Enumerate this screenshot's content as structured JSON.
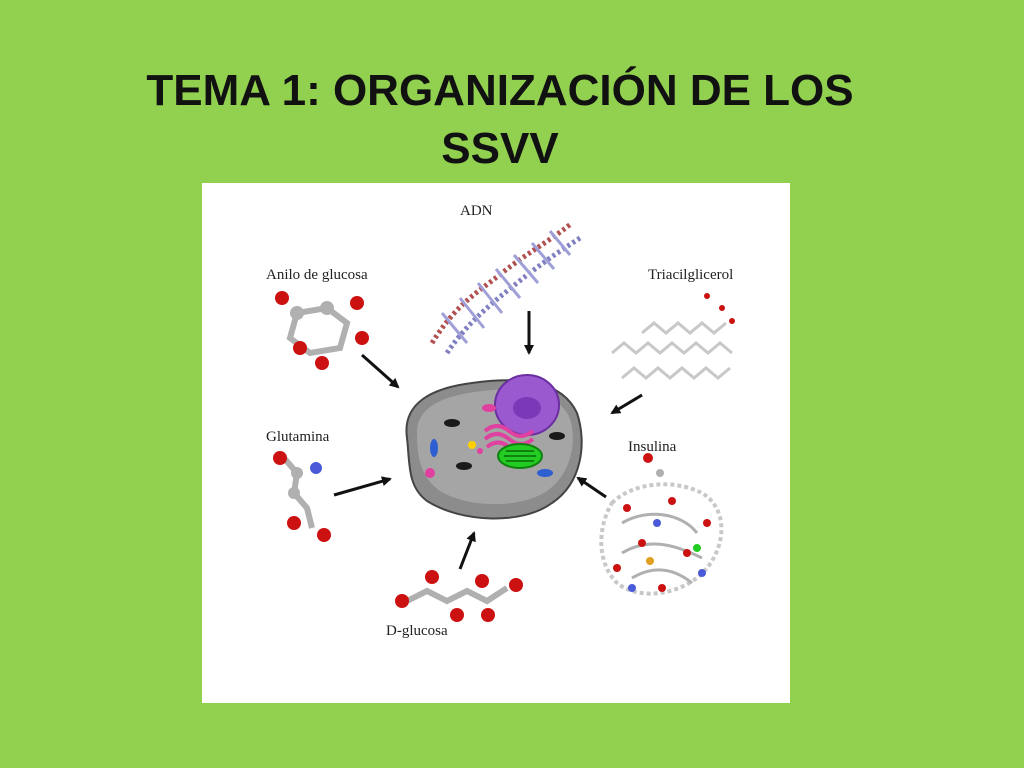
{
  "slide": {
    "title_line1": "TEMA 1: ORGANIZACIÓN DE LOS",
    "title_line2": "SSVV"
  },
  "figure": {
    "labels": {
      "dna": "ADN",
      "glucose_ring": "Anilo de glucosa",
      "triacylglycerol": "Triacilglicerol",
      "glutamine": "Glutamina",
      "insulin": "Insulina",
      "d_glucose": "D-glucosa"
    }
  },
  "colors": {
    "background": "#92d050",
    "atom_carbon": "#b0b0b0",
    "atom_oxygen": "#cc1111",
    "atom_nitrogen": "#4a5ad8",
    "cell_body": "#8c8c8c",
    "nucleus": "#9b59d0",
    "golgi": "#e040a0",
    "chloroplast": "#22cc22"
  }
}
